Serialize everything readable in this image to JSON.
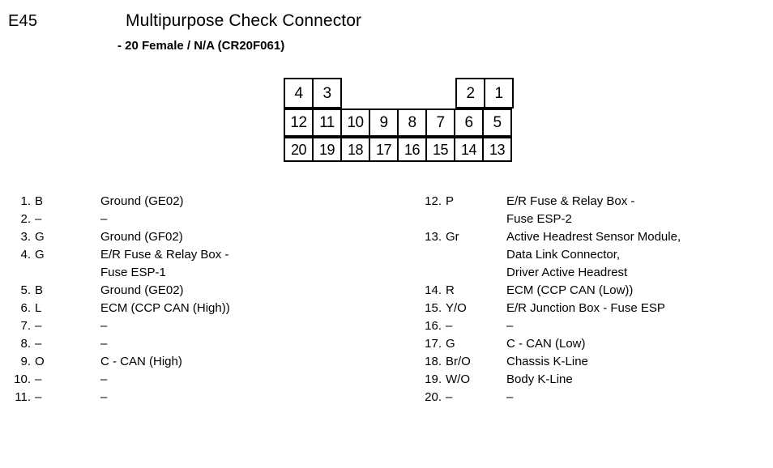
{
  "header": {
    "connector_code": "E45",
    "title": "Multipurpose Check Connector",
    "subtitle": "- 20 Female / N/A (CR20F061)"
  },
  "connector_diagram": {
    "rows": [
      {
        "name": "top",
        "cells": [
          {
            "label": "4",
            "empty": false
          },
          {
            "label": "3",
            "empty": false
          },
          {
            "label": "",
            "empty": true
          },
          {
            "label": "",
            "empty": true
          },
          {
            "label": "",
            "empty": true
          },
          {
            "label": "",
            "empty": true
          },
          {
            "label": "2",
            "empty": false
          },
          {
            "label": "1",
            "empty": false
          }
        ]
      },
      {
        "name": "middle",
        "cells": [
          {
            "label": "12",
            "empty": false
          },
          {
            "label": "11",
            "empty": false
          },
          {
            "label": "10",
            "empty": false
          },
          {
            "label": "9",
            "empty": false
          },
          {
            "label": "8",
            "empty": false
          },
          {
            "label": "7",
            "empty": false
          },
          {
            "label": "6",
            "empty": false
          },
          {
            "label": "5",
            "empty": false
          }
        ]
      },
      {
        "name": "bottom",
        "cells": [
          {
            "label": "20",
            "empty": false
          },
          {
            "label": "19",
            "empty": false
          },
          {
            "label": "18",
            "empty": false
          },
          {
            "label": "17",
            "empty": false
          },
          {
            "label": "16",
            "empty": false
          },
          {
            "label": "15",
            "empty": false
          },
          {
            "label": "14",
            "empty": false
          },
          {
            "label": "13",
            "empty": false
          }
        ]
      }
    ]
  },
  "pin_list_left": [
    {
      "number": "1.",
      "color": "B",
      "description": [
        "Ground (GE02)"
      ]
    },
    {
      "number": "2.",
      "color": "–",
      "description": [
        "–"
      ]
    },
    {
      "number": "3.",
      "color": "G",
      "description": [
        "Ground (GF02)"
      ]
    },
    {
      "number": "4.",
      "color": "G",
      "description": [
        "E/R Fuse & Relay Box -",
        "Fuse ESP-1"
      ]
    },
    {
      "number": "5.",
      "color": "B",
      "description": [
        "Ground (GE02)"
      ]
    },
    {
      "number": "6.",
      "color": "L",
      "description": [
        "ECM (CCP CAN (High))"
      ]
    },
    {
      "number": "7.",
      "color": "–",
      "description": [
        "–"
      ]
    },
    {
      "number": "8.",
      "color": "–",
      "description": [
        "–"
      ]
    },
    {
      "number": "9.",
      "color": "O",
      "description": [
        "C - CAN (High)"
      ]
    },
    {
      "number": "10.",
      "color": "–",
      "description": [
        "–"
      ]
    },
    {
      "number": "11.",
      "color": "–",
      "description": [
        "–"
      ]
    }
  ],
  "pin_list_right": [
    {
      "number": "12.",
      "color": "P",
      "description": [
        "E/R Fuse & Relay Box -",
        "Fuse ESP-2"
      ]
    },
    {
      "number": "13.",
      "color": "Gr",
      "description": [
        "Active Headrest Sensor Module,",
        "Data Link Connector,",
        "Driver Active Headrest"
      ]
    },
    {
      "number": "14.",
      "color": "R",
      "description": [
        "ECM (CCP CAN (Low))"
      ]
    },
    {
      "number": "15.",
      "color": "Y/O",
      "description": [
        "E/R Junction Box - Fuse ESP"
      ]
    },
    {
      "number": "16.",
      "color": "–",
      "description": [
        "–"
      ]
    },
    {
      "number": "17.",
      "color": "G",
      "description": [
        "C - CAN (Low)"
      ]
    },
    {
      "number": "18.",
      "color": "Br/O",
      "description": [
        "Chassis K-Line"
      ]
    },
    {
      "number": "19.",
      "color": "W/O",
      "description": [
        "Body K-Line"
      ]
    },
    {
      "number": "20.",
      "color": "–",
      "description": [
        "–"
      ]
    }
  ]
}
